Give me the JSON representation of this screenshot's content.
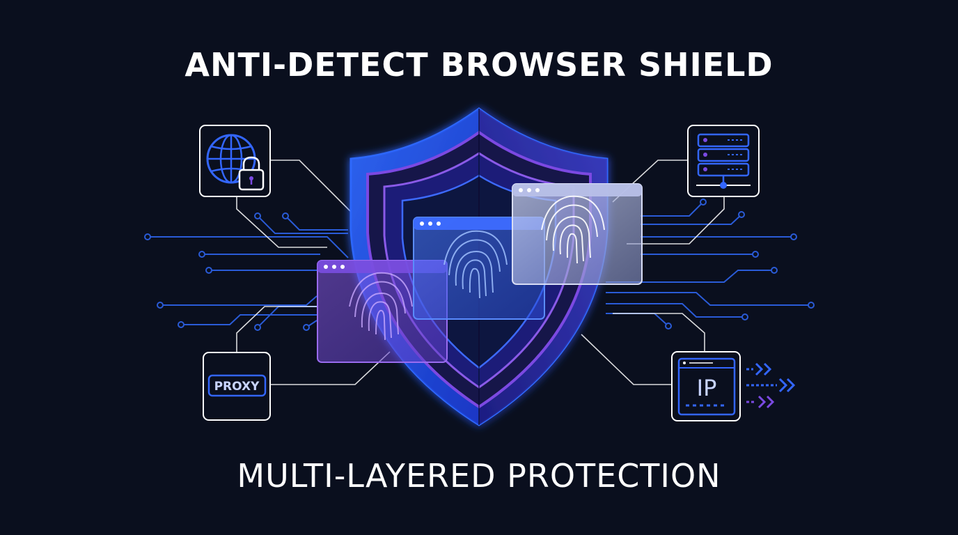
{
  "header": {
    "title": "ANTI-DETECT BROWSER SHIELD"
  },
  "footer": {
    "subtitle": "MULTI-LAYERED PROTECTION"
  },
  "nodes": {
    "proxy_label": "PROXY",
    "ip_label": "IP",
    "globe_icon": "globe-with-lock-icon",
    "server_icon": "server-rack-icon"
  },
  "colors": {
    "background": "#0a0f1e",
    "blue": "#3366ff",
    "purple": "#7b4ae2",
    "circuit": "#2a5bd7",
    "white": "#ffffff"
  }
}
